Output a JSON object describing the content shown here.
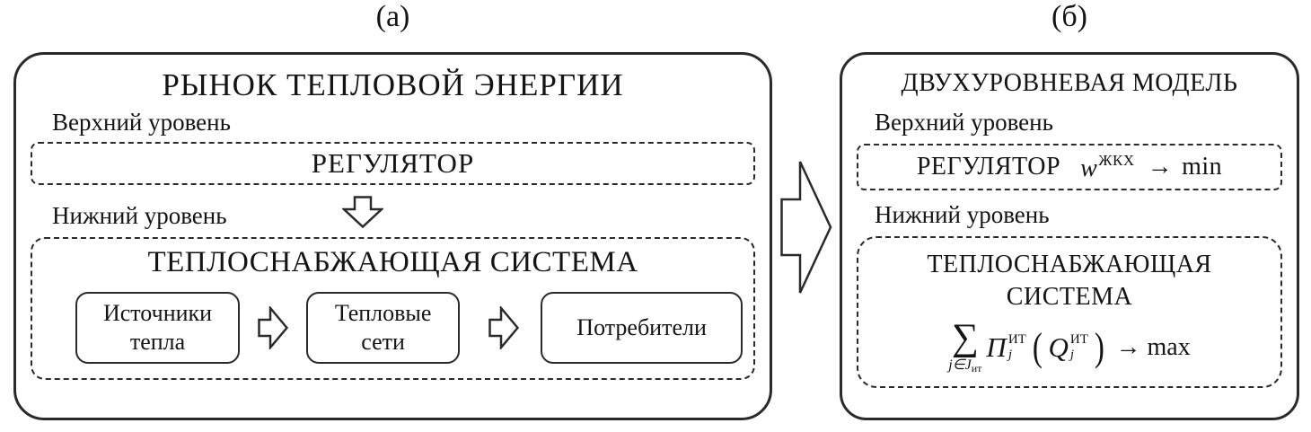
{
  "figure": {
    "background": "#ffffff",
    "line_color": "#2a2a2a"
  },
  "icons": {
    "down_arrow": "down-arrow-icon",
    "right_arrow": "right-arrow-icon",
    "transition_arrow": "panel-transition-arrow-icon"
  },
  "panel_a": {
    "label": "(а)",
    "title": "РЫНОК ТЕПЛОВОЙ ЭНЕРГИИ",
    "upper_level_label": "Верхний уровень",
    "regulator_label": "РЕГУЛЯТОР",
    "lower_level_label": "Нижний уровень",
    "system": {
      "title": "ТЕПЛОСНАБЖАЮЩАЯ СИСТЕМА",
      "boxes": [
        {
          "label": "Источники тепла"
        },
        {
          "label": "Тепловые сети"
        },
        {
          "label": "Потребители"
        }
      ]
    }
  },
  "panel_b": {
    "label": "(б)",
    "title": "ДВУХУРОВНЕВАЯ МОДЕЛЬ",
    "upper_level_label": "Верхний уровень",
    "regulator": {
      "label": "РЕГУЛЯТОР",
      "formula": {
        "var": "w",
        "sup": "ЖКХ",
        "arrow": "→",
        "target": "min"
      }
    },
    "lower_level_label": "Нижний уровень",
    "system": {
      "title_line1": "ТЕПЛОСНАБЖАЮЩАЯ",
      "title_line2": "СИСТЕМА",
      "formula": {
        "sum": "∑",
        "sum_sub": "j∈J",
        "sum_sub_sub": "ит",
        "pi": "П",
        "pi_sup": "ИТ",
        "pi_sub": "j",
        "lparen": "(",
        "q": "Q",
        "q_sup": "ИТ",
        "q_sub": "j",
        "rparen": ")",
        "arrow": "→",
        "target": "max"
      }
    }
  }
}
